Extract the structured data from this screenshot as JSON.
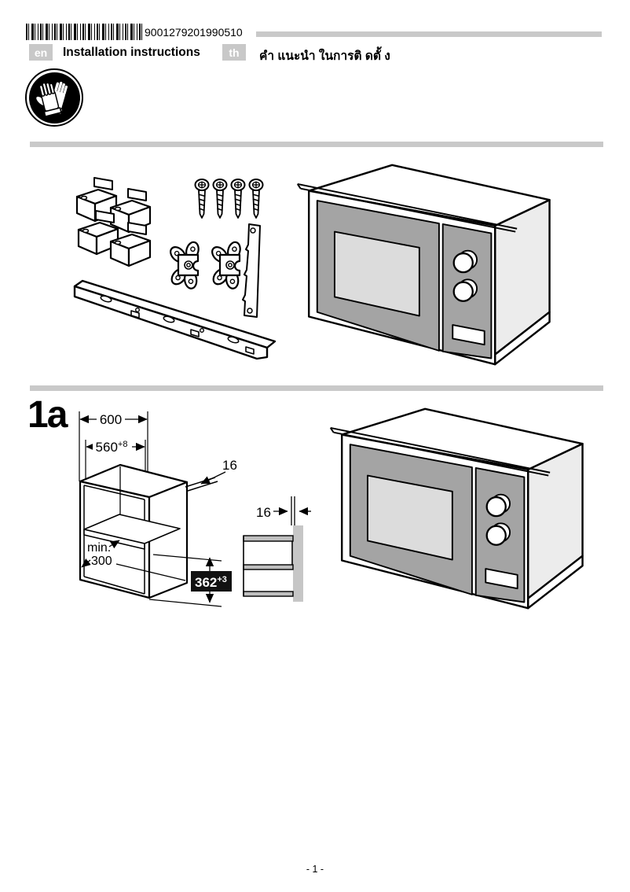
{
  "header": {
    "barcode_number": "9001279201",
    "doc_code": "990510",
    "en_badge": "en",
    "en_title": "Installation instructions",
    "th_badge": "th",
    "th_title": "คำ แนะนำ ในการติ ดตั้ ง"
  },
  "step1a": {
    "label": "1a",
    "dim_width_outer": "600",
    "dim_width_inner": "560",
    "dim_width_inner_sup": "+8",
    "dim_side_thickness": "16",
    "dim_depth_prefix": "min.",
    "dim_depth_value": "300",
    "dim_height": "362",
    "dim_height_sup": "+3",
    "dim_front_thickness": "16"
  },
  "footer": {
    "page_label": "- 1 -"
  },
  "icons": {
    "gloves_icon": "wear-protective-gloves"
  },
  "colors": {
    "divider_gray": "#c9c9c9",
    "badge_gray": "#c8c8c8",
    "door_gray": "#a4a4a4",
    "window_gray": "#dcdcdc",
    "side_gray": "#ececec",
    "panel_gray": "#c6c6c6",
    "dim_box_bg": "#111111"
  }
}
